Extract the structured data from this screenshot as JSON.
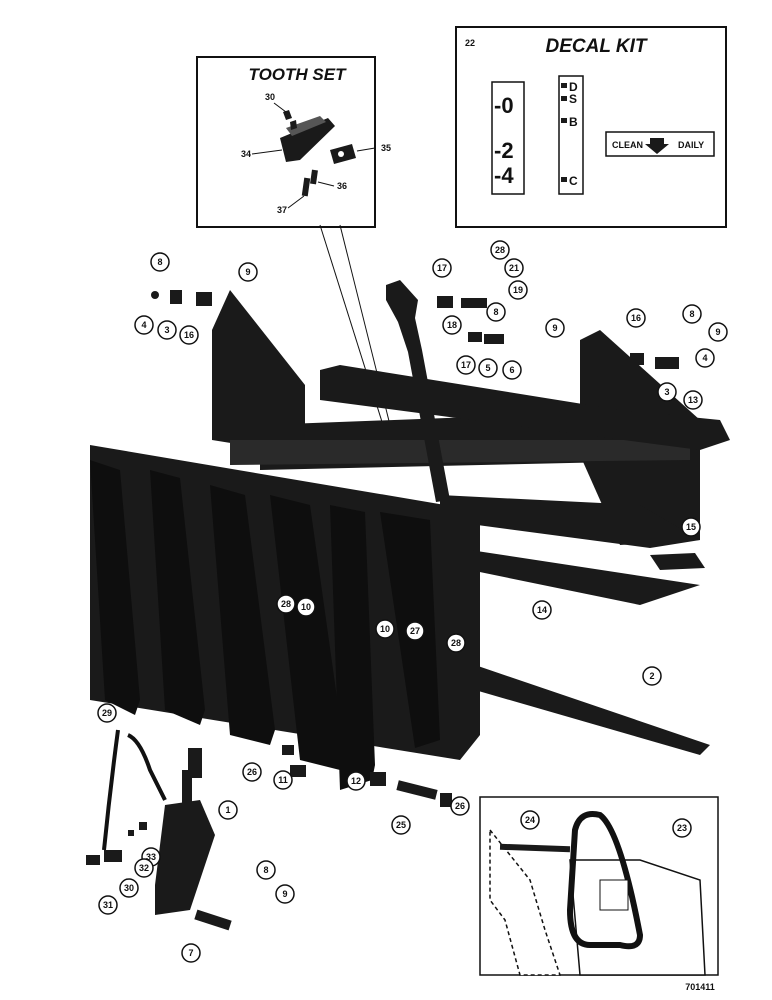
{
  "tooth_set": {
    "title": "TOOTH SET",
    "labels": [
      "30",
      "34",
      "35",
      "36",
      "37"
    ]
  },
  "decal_kit": {
    "number": "22",
    "title": "DECAL KIT",
    "scale_left": [
      "-0",
      "-2",
      "-4"
    ],
    "scale_right": [
      "D",
      "S",
      "B",
      "C"
    ],
    "clean_label": "CLEAN",
    "daily_label": "DAILY"
  },
  "callouts": [
    "8",
    "9",
    "4",
    "3",
    "16",
    "28",
    "21",
    "17",
    "18",
    "19",
    "8",
    "9",
    "17",
    "5",
    "6",
    "16",
    "8",
    "9",
    "4",
    "3",
    "13",
    "15",
    "14",
    "28",
    "10",
    "10",
    "27",
    "28",
    "2",
    "29",
    "1",
    "26",
    "11",
    "12",
    "25",
    "26",
    "33",
    "32",
    "30",
    "31",
    "8",
    "9",
    "7",
    "24",
    "23"
  ],
  "drawing_number": "701411"
}
